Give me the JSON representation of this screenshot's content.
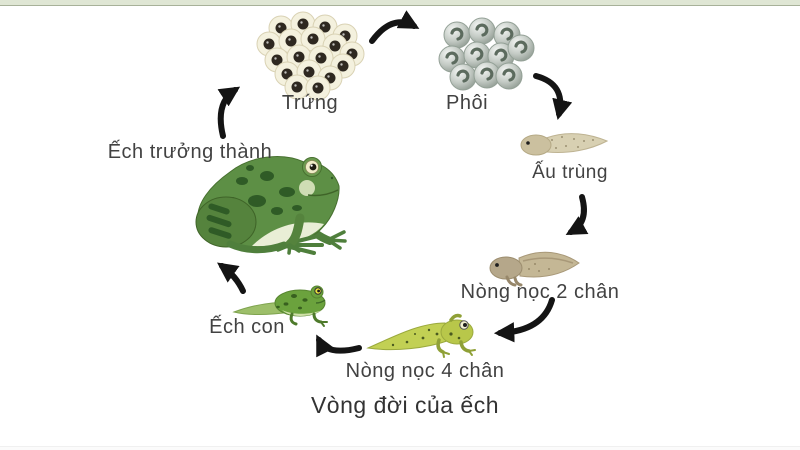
{
  "page": {
    "title": "Vòng đời của ếch"
  },
  "theme": {
    "background": "#ffffff",
    "top_strip": "#dfe6d4",
    "top_strip_border": "#a7b199",
    "label_text": "#424242",
    "title_text": "#333333",
    "arrow_color": "#141414",
    "egg_shell": "#f4f1de",
    "egg_core": "#2e2820",
    "embryo_gray": "#c3cac4",
    "larva_tan": "#cbc09f",
    "tadpole_brown": "#b5a78a",
    "froglet_yellow_green": "#b8c74a",
    "young_frog_green": "#6ba23d",
    "adult_frog_green": "#5d8f45"
  },
  "stages": [
    {
      "id": "trung",
      "label": "Trứng"
    },
    {
      "id": "phoi",
      "label": "Phôi"
    },
    {
      "id": "au-trung",
      "label": "Ấu trùng"
    },
    {
      "id": "nong-noc-2-chan",
      "label": "Nòng nọc 2 chân"
    },
    {
      "id": "nong-noc-4-chan",
      "label": "Nòng nọc 4 chân"
    },
    {
      "id": "ech-con",
      "label": "Ếch con"
    },
    {
      "id": "ech-truong-thanh",
      "label": "Ếch trưởng thành"
    }
  ]
}
